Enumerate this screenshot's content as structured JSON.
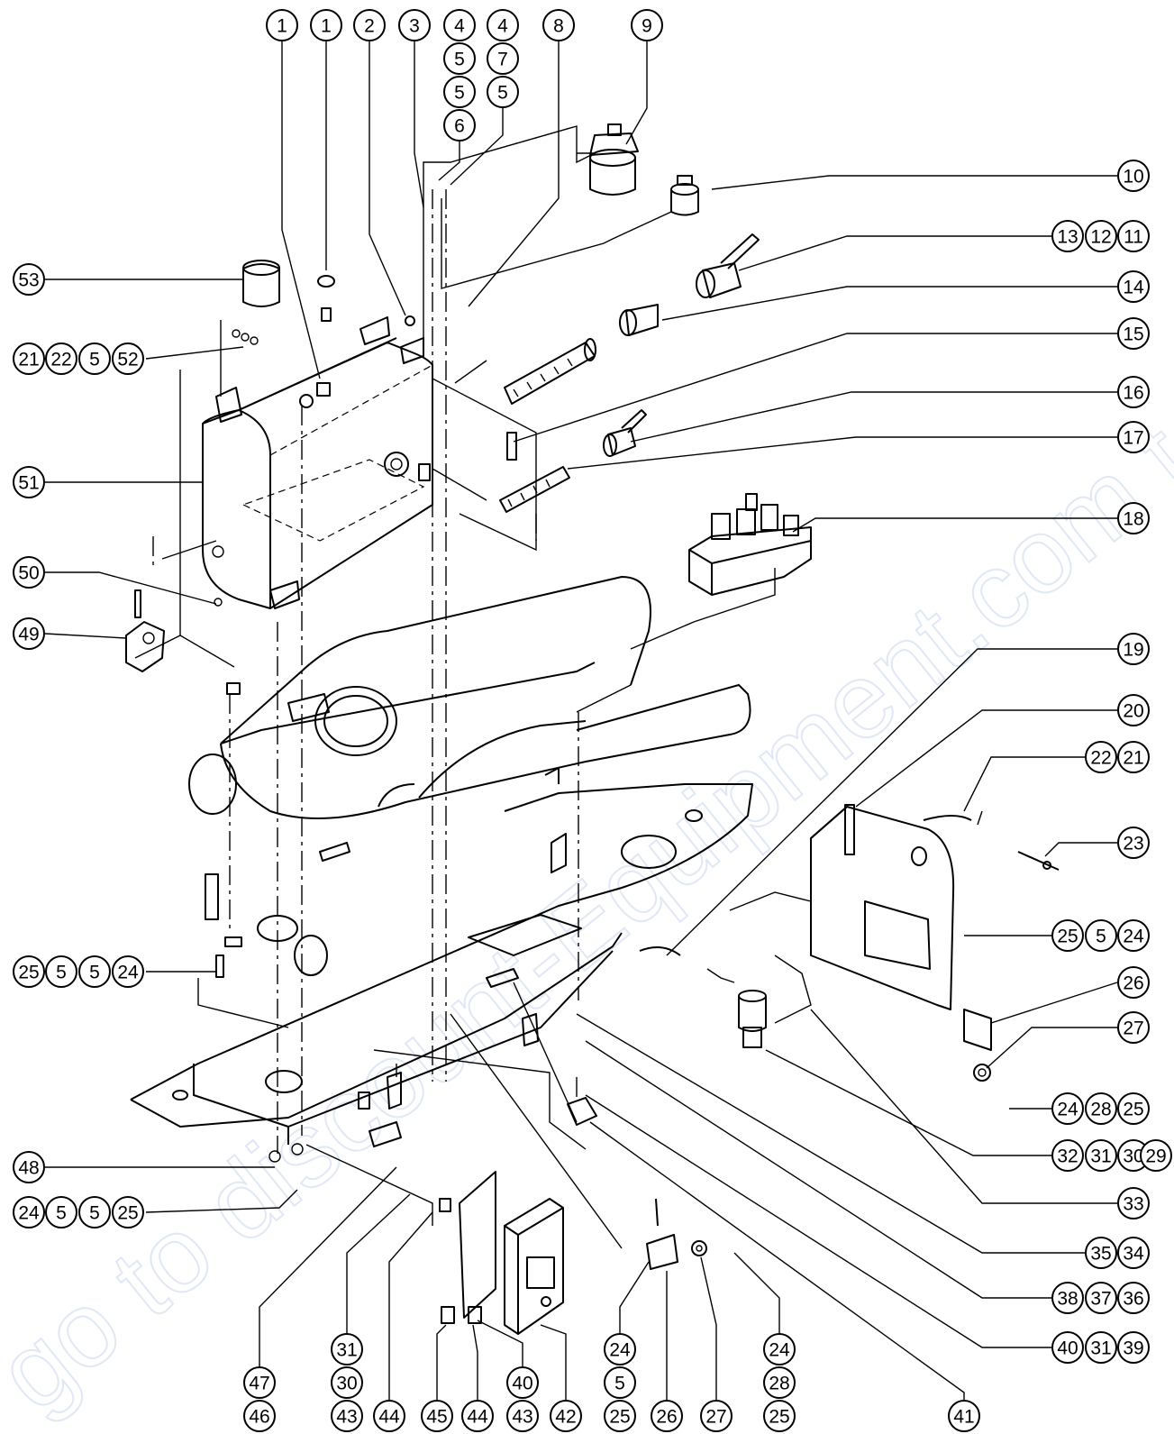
{
  "watermark": {
    "text": "go to discount-Equipment.com to order your",
    "color": "#c8d4ee"
  },
  "callouts": [
    {
      "id": "c1a",
      "label": "1"
    },
    {
      "id": "c1b",
      "label": "1"
    },
    {
      "id": "c2",
      "label": "2"
    },
    {
      "id": "c3",
      "label": "3"
    },
    {
      "id": "c4a",
      "label": "4"
    },
    {
      "id": "c5a",
      "label": "5"
    },
    {
      "id": "c5b",
      "label": "5"
    },
    {
      "id": "c6",
      "label": "6"
    },
    {
      "id": "c4b",
      "label": "4"
    },
    {
      "id": "c7",
      "label": "7"
    },
    {
      "id": "c5c",
      "label": "5"
    },
    {
      "id": "c8",
      "label": "8"
    },
    {
      "id": "c9",
      "label": "9"
    },
    {
      "id": "c10",
      "label": "10"
    },
    {
      "id": "c13",
      "label": "13"
    },
    {
      "id": "c12",
      "label": "12"
    },
    {
      "id": "c11",
      "label": "11"
    },
    {
      "id": "c14",
      "label": "14"
    },
    {
      "id": "c15",
      "label": "15"
    },
    {
      "id": "c16",
      "label": "16"
    },
    {
      "id": "c17",
      "label": "17"
    },
    {
      "id": "c18",
      "label": "18"
    },
    {
      "id": "c19",
      "label": "19"
    },
    {
      "id": "c20",
      "label": "20"
    },
    {
      "id": "c22a",
      "label": "22"
    },
    {
      "id": "c21a",
      "label": "21"
    },
    {
      "id": "c23",
      "label": "23"
    },
    {
      "id": "c25a",
      "label": "25"
    },
    {
      "id": "c5d",
      "label": "5"
    },
    {
      "id": "c24a",
      "label": "24"
    },
    {
      "id": "c26a",
      "label": "26"
    },
    {
      "id": "c27a",
      "label": "27"
    },
    {
      "id": "c24b",
      "label": "24"
    },
    {
      "id": "c28a",
      "label": "28"
    },
    {
      "id": "c25b",
      "label": "25"
    },
    {
      "id": "c32",
      "label": "32"
    },
    {
      "id": "c31a",
      "label": "31"
    },
    {
      "id": "c30a",
      "label": "30"
    },
    {
      "id": "c29",
      "label": "29"
    },
    {
      "id": "c33",
      "label": "33"
    },
    {
      "id": "c35",
      "label": "35"
    },
    {
      "id": "c34",
      "label": "34"
    },
    {
      "id": "c38",
      "label": "38"
    },
    {
      "id": "c37",
      "label": "37"
    },
    {
      "id": "c36",
      "label": "36"
    },
    {
      "id": "c40a",
      "label": "40"
    },
    {
      "id": "c31b",
      "label": "31"
    },
    {
      "id": "c39",
      "label": "39"
    },
    {
      "id": "c53",
      "label": "53"
    },
    {
      "id": "c21b",
      "label": "21"
    },
    {
      "id": "c22b",
      "label": "22"
    },
    {
      "id": "c5e",
      "label": "5"
    },
    {
      "id": "c52",
      "label": "52"
    },
    {
      "id": "c51",
      "label": "51"
    },
    {
      "id": "c50",
      "label": "50"
    },
    {
      "id": "c49",
      "label": "49"
    },
    {
      "id": "c25c",
      "label": "25"
    },
    {
      "id": "c5f",
      "label": "5"
    },
    {
      "id": "c5g",
      "label": "5"
    },
    {
      "id": "c24c",
      "label": "24"
    },
    {
      "id": "c48",
      "label": "48"
    },
    {
      "id": "c24d",
      "label": "24"
    },
    {
      "id": "c5h",
      "label": "5"
    },
    {
      "id": "c5i",
      "label": "5"
    },
    {
      "id": "c25d",
      "label": "25"
    },
    {
      "id": "c31c",
      "label": "31"
    },
    {
      "id": "c30b",
      "label": "30"
    },
    {
      "id": "c43a",
      "label": "43"
    },
    {
      "id": "c47",
      "label": "47"
    },
    {
      "id": "c46",
      "label": "46"
    },
    {
      "id": "c44a",
      "label": "44"
    },
    {
      "id": "c45",
      "label": "45"
    },
    {
      "id": "c44b",
      "label": "44"
    },
    {
      "id": "c40b",
      "label": "40"
    },
    {
      "id": "c43b",
      "label": "43"
    },
    {
      "id": "c42",
      "label": "42"
    },
    {
      "id": "c24e",
      "label": "24"
    },
    {
      "id": "c5j",
      "label": "5"
    },
    {
      "id": "c25e",
      "label": "25"
    },
    {
      "id": "c26b",
      "label": "26"
    },
    {
      "id": "c27b",
      "label": "27"
    },
    {
      "id": "c24f",
      "label": "24"
    },
    {
      "id": "c28b",
      "label": "28"
    },
    {
      "id": "c25f",
      "label": "25"
    },
    {
      "id": "c41",
      "label": "41"
    }
  ]
}
